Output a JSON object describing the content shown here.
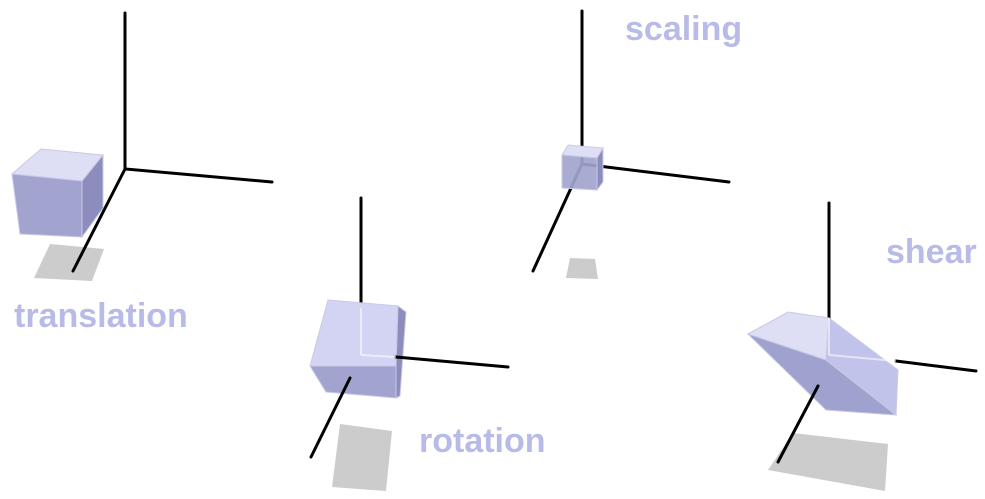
{
  "labels": {
    "translation": "translation",
    "rotation": "rotation",
    "scaling": "scaling",
    "shear": "shear"
  },
  "colors": {
    "axis": "#000000",
    "label": "#b8bbe8",
    "shadow": "#cccccc",
    "cube_top": "#dedff5",
    "cube_front": "#a2a4cf",
    "cube_side": "#8c8dbd"
  }
}
